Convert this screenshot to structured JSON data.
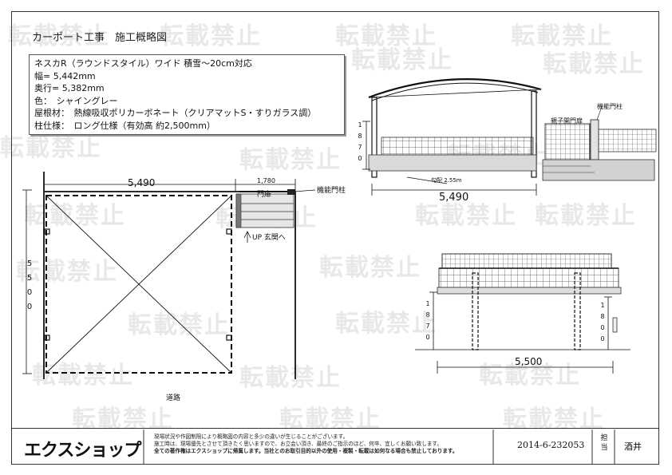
{
  "title": "カーポート工事　施工概略図",
  "spec_lines": [
    "ネスカR（ラウンドスタイル）ワイド 積雪～20cm対応",
    "幅= 5,442mm",
    "奥行= 5,382mm",
    "色：　シャイングレー",
    "屋根材：　熱線吸収ポリカーボネート（クリアマットS・すりガラス調）",
    "柱仕様：　ロング仕様（有効高 約2,500mm）"
  ],
  "plan": {
    "dim_width": "5,490",
    "dim_gate": "1,780",
    "dim_depth": "5500",
    "gate_label": "門扉",
    "pillar_label": "機能門柱",
    "entrance_label": "UP 玄関へ",
    "road_label": "道路"
  },
  "side_view": {
    "dim_height": "1870",
    "gate_label": "親子開門扉",
    "pillar_label": "機能門柱",
    "slope_label": "勾配 2.55m",
    "dim_width": "5,490"
  },
  "front_view": {
    "dim_height_left": "1870",
    "dim_height_right": "1800",
    "dim_width": "5,500"
  },
  "watermark": "転載禁止",
  "footer": {
    "logo": "エクスショップ",
    "notes": [
      "現場状況や作図制限により概略図の内容と多少の違いが生じることがございます。",
      "施工時は、現場優先とさせて頂きたく思いますので、お立会い頂き、最終のご指示のほど、何卒、宜しくお願い致します。",
      "全ての著作権はエクスショップに帰属します。当社とのお取引目的以外の使用・複製・転載は如何なる場合も禁止しております。"
    ],
    "doc_number": "2014-6-232053",
    "tanto_label": "担当",
    "person": "酒井"
  }
}
